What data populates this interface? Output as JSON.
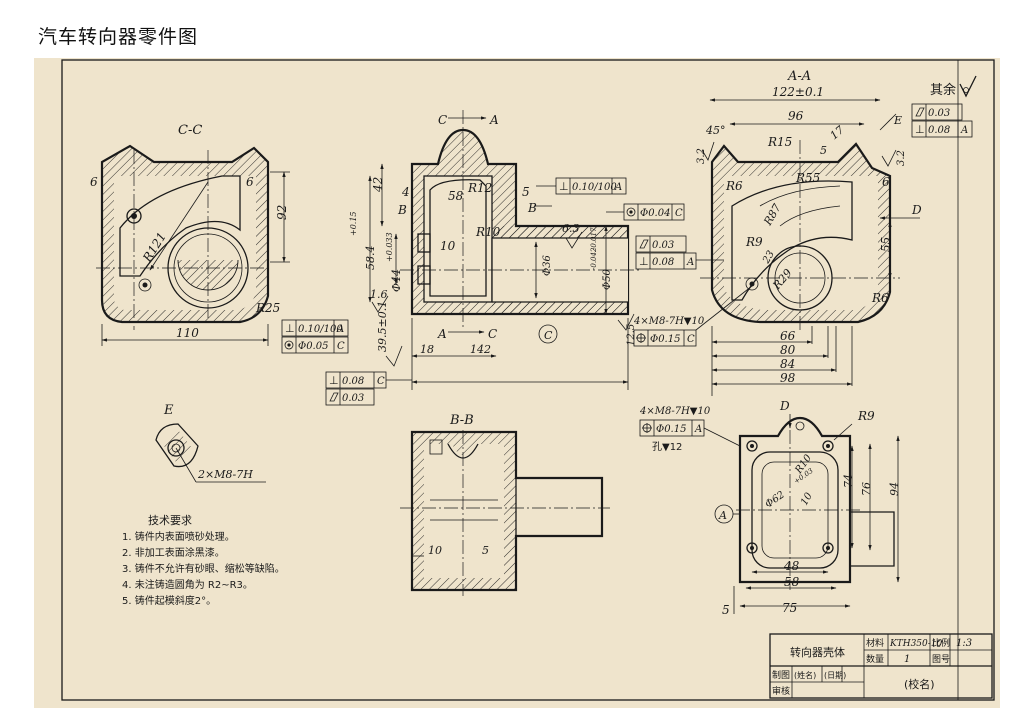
{
  "title": "汽车转向器零件图",
  "views": {
    "cc": {
      "label": "C-C",
      "dims": [
        "6",
        "6",
        "92",
        "R121",
        "R25",
        "110"
      ]
    },
    "main": {
      "dims": [
        "C",
        "A",
        "58",
        "R12",
        "5",
        "4",
        "B",
        "42",
        "B",
        "10",
        "R10",
        "58.4",
        "+0.15",
        "0",
        "Φ44",
        "+0.033",
        "0",
        "1.6",
        "6.3",
        "Φ36",
        "Φ50",
        "-0.042",
        "-0.017",
        "12.5",
        "C",
        "A",
        "C",
        "3.2",
        "39.5±0.1",
        "18",
        "142"
      ]
    },
    "aa": {
      "label": "A-A",
      "dims": [
        "122±0.1",
        "96",
        "45°",
        "R15",
        "5",
        "17",
        "3.2",
        "3.2",
        "R6",
        "R55",
        "6",
        "E",
        "D",
        "R87",
        "R9",
        "R29",
        "23",
        "55",
        "R6",
        "66",
        "80",
        "84",
        "98"
      ]
    },
    "bb": {
      "label": "B-B",
      "dims": [
        "10",
        "5"
      ]
    },
    "e": {
      "label": "E",
      "note": "2×M8-7H"
    },
    "d": {
      "label": "D",
      "dims": [
        "R9",
        "Φ62",
        "+0.03",
        "R10",
        "10",
        "74",
        "76",
        "94",
        "48",
        "58",
        "75",
        "5",
        "A"
      ]
    }
  },
  "roughness_note": "其余",
  "tolerances": {
    "tr_flat": "0.03",
    "tr_perp": "0.08",
    "tr_perp_ref": "A",
    "mid_perp": "0.10/100",
    "mid_perp_ref": "A",
    "mid_conc": "Φ0.04",
    "mid_conc_ref": "C",
    "aa_flat": "0.03",
    "aa_perp": "0.08",
    "aa_perp_ref": "A",
    "cc_perp": "0.10/100",
    "cc_perp_ref": "A",
    "cc_pos": "Φ0.05",
    "cc_pos_ref": "C",
    "bl_perp": "0.08",
    "bl_perp_ref": "C",
    "bl_flat": "0.03",
    "thread1": "4×M8-7H▼10",
    "pos1": "Φ0.15",
    "pos1_ref": "C",
    "thread2": "4×M8-7H▼10",
    "pos2": "Φ0.15",
    "pos2_ref": "A",
    "hole_depth": "孔▼12"
  },
  "requirements": {
    "heading": "技术要求",
    "items": [
      "1. 铸件内表面喷砂处理。",
      "2. 非加工表面涂黑漆。",
      "3. 铸件不允许有砂眼、缩松等缺陷。",
      "4. 未注铸造圆角为 R2~R3。",
      "5. 铸件起模斜度2°。"
    ]
  },
  "title_block": {
    "part_name": "转向器壳体",
    "material_label": "材料",
    "material": "KTH350-10",
    "scale_label": "比例",
    "scale": "1:3",
    "qty_label": "数量",
    "qty": "1",
    "drawing_no_label": "图号",
    "drawn_label": "制图",
    "name_label": "(姓名)",
    "date_label": "(日期)",
    "checked_label": "审核",
    "school": "(校名)"
  }
}
